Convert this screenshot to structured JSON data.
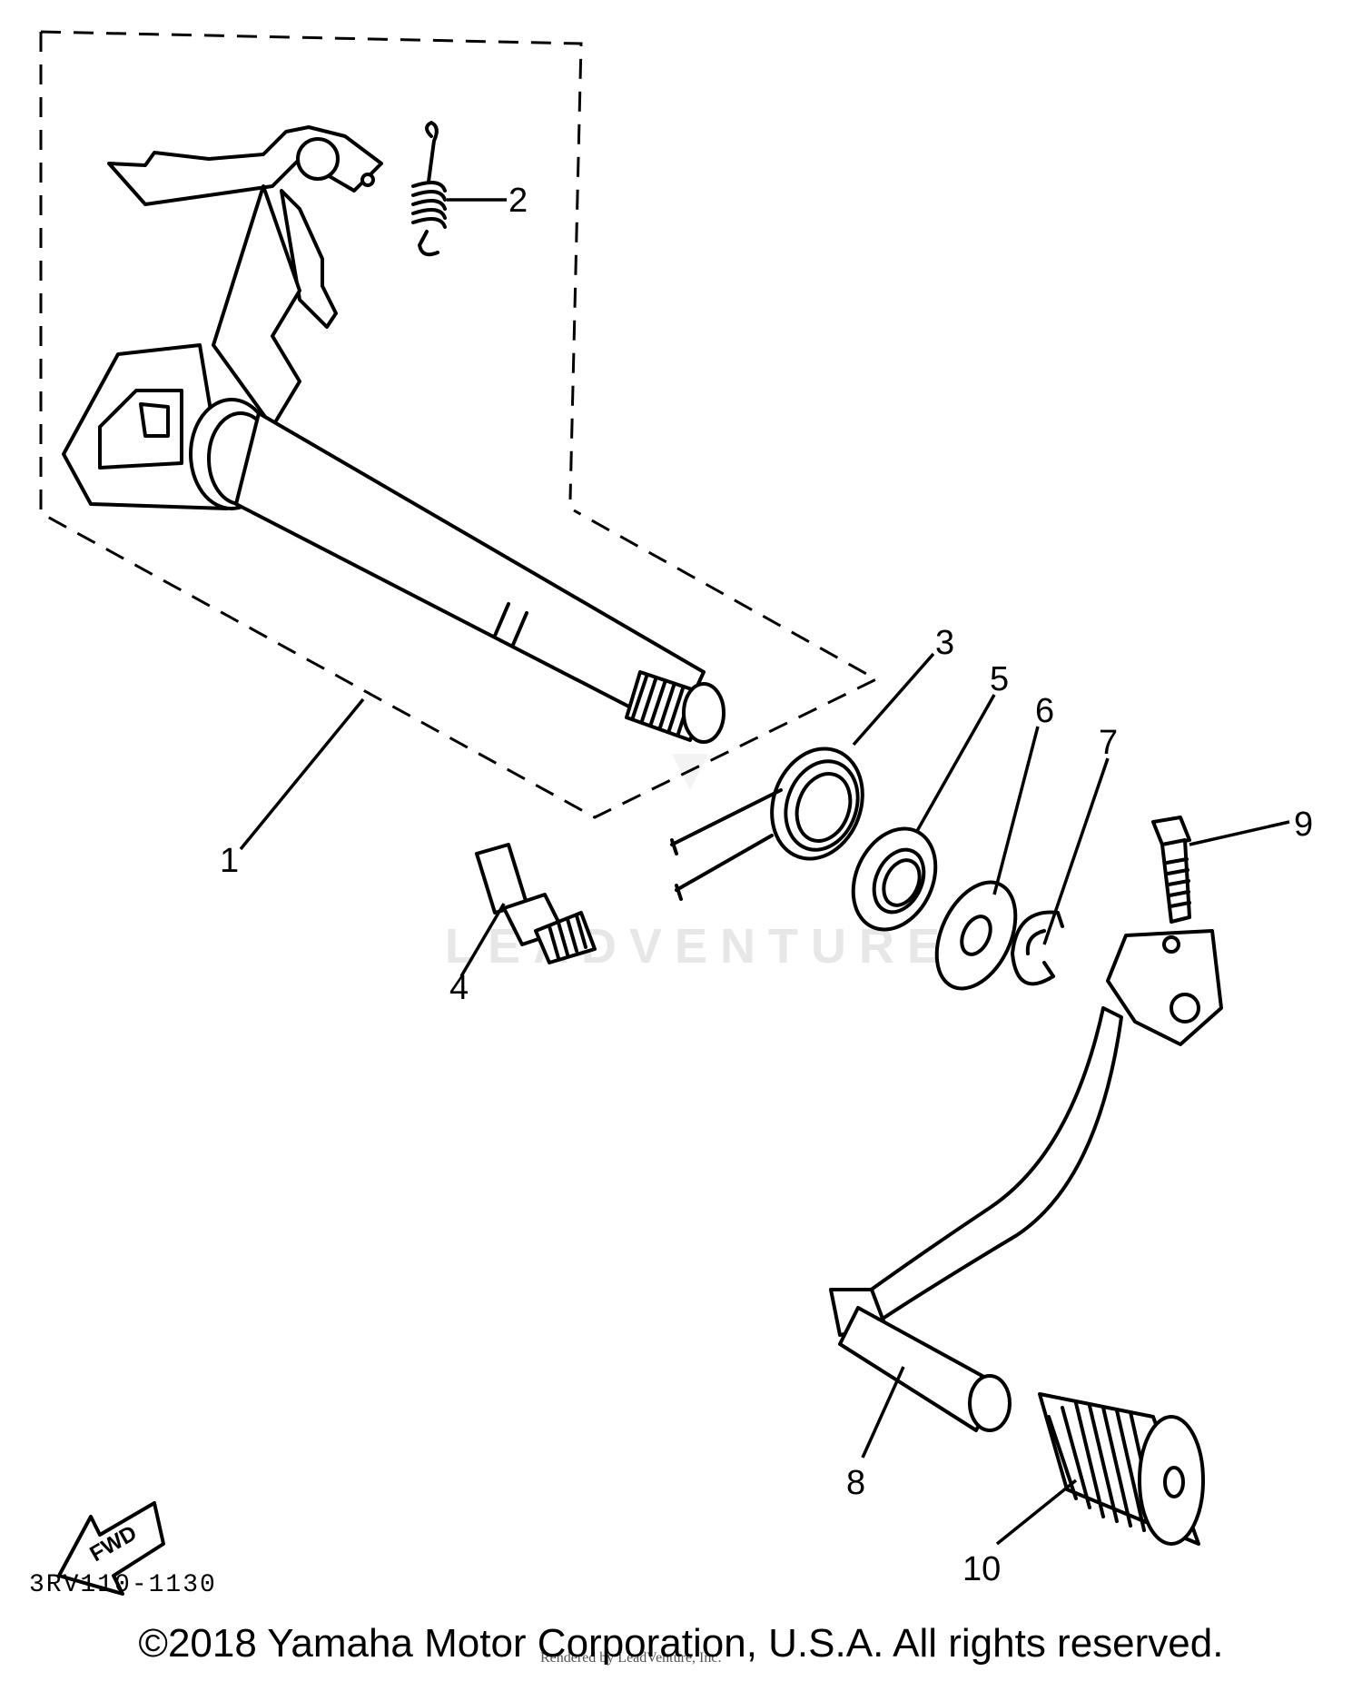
{
  "diagram": {
    "watermark": "LEADVENTURE",
    "direction_label": "FWD",
    "drawing_code": "3RV110-1130",
    "rendered_by": "Rendered by LeadVenture, Inc.",
    "copyright": "©2018 Yamaha Motor Corporation, U.S.A. All rights reserved.",
    "callouts": [
      "1",
      "2",
      "3",
      "4",
      "5",
      "6",
      "7",
      "8",
      "9",
      "10"
    ]
  }
}
